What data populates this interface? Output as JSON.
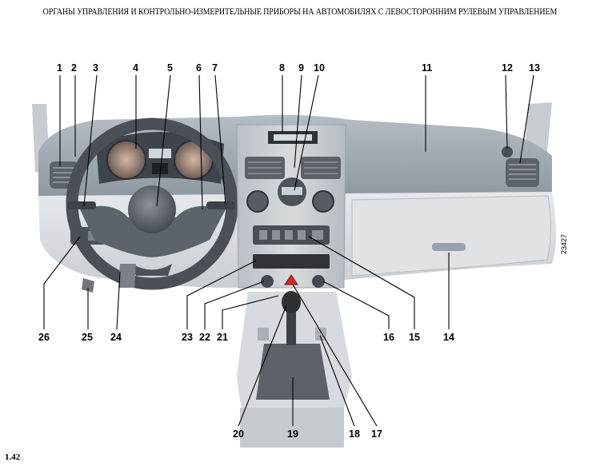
{
  "title": "ОРГАНЫ УПРАВЛЕНИЯ И КОНТРОЛЬНО-ИЗМЕРИТЕЛЬНЫЕ ПРИБОРЫ НА АВТОМОБИЛЯХ С ЛЕВОСТОРОННИМ РУЛЕВЫМ УПРАВЛЕНИЕМ",
  "page_number": "1.42",
  "figure_code": "23427",
  "callouts_top": [
    "1",
    "2",
    "3",
    "4",
    "5",
    "6",
    "7",
    "8",
    "9",
    "10",
    "11",
    "12",
    "13"
  ],
  "callouts_bottom": [
    "26",
    "25",
    "24",
    "23",
    "22",
    "21",
    "16",
    "15",
    "14"
  ],
  "callouts_lower": [
    "20",
    "19",
    "18",
    "17"
  ],
  "colors": {
    "dash_grey": "#9aa3ab",
    "panel_light": "#d9dde1",
    "console_silver": "#c3c8cc",
    "dark": "#3b3f44",
    "hazard": "#d22a2a"
  }
}
